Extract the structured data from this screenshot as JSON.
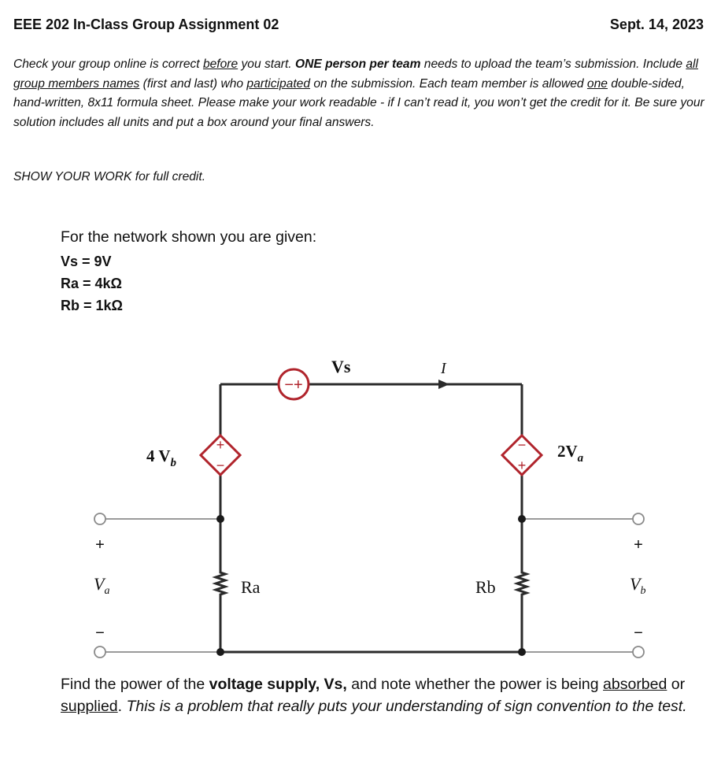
{
  "header": {
    "title": "EEE 202 In-Class Group Assignment 02",
    "date": "Sept. 14, 2023"
  },
  "instructions": {
    "p1": "Check your group online is correct ",
    "p1_u": "before",
    "p2": " you start. ",
    "p2_b": "ONE person per team",
    "p3": " needs to upload the team’s submission. Include ",
    "p3_u": "all group members names",
    "p4": " (first and last) who ",
    "p4_u": "participated",
    "p5": " on the submission.  Each team member is allowed ",
    "p5_u": "one",
    "p6": " double-sided, hand-written, 8x11 formula sheet. Please make your work readable - if I can’t read it, you won’t get the credit for it. Be sure your solution includes all units and put a box around your final answers."
  },
  "show_work": "SHOW YOUR WORK for full credit.",
  "given": {
    "intro": "For the network shown you are given:",
    "vs": "Vs = 9V",
    "ra": "Ra = 4kΩ",
    "rb": "Rb = 1kΩ"
  },
  "circuit": {
    "vs_label": "Vs",
    "current_label": "I",
    "dep_left_gain": "4 V",
    "dep_left_sub": "b",
    "dep_right_gain": "2V",
    "dep_right_sub": "a",
    "ra_label": "Ra",
    "rb_label": "Rb",
    "va_label": "V",
    "va_sub": "a",
    "vb_label": "V",
    "vb_sub": "b",
    "plus": "+",
    "minus": "−",
    "source_polarity": "−+",
    "wire_color": "#2b2b2b",
    "source_color": "#b0242c",
    "terminal_wire_color": "#9a9a9a"
  },
  "question": {
    "q1": "Find the power of the ",
    "q1_b": "voltage supply, Vs,",
    "q2": " and note whether the power is being ",
    "q2_u1": "absorbed",
    "q3": " or ",
    "q3_u2": "supplied",
    "q4": ". ",
    "q4_i": "This is a problem that really puts your understanding of sign convention to the test."
  }
}
